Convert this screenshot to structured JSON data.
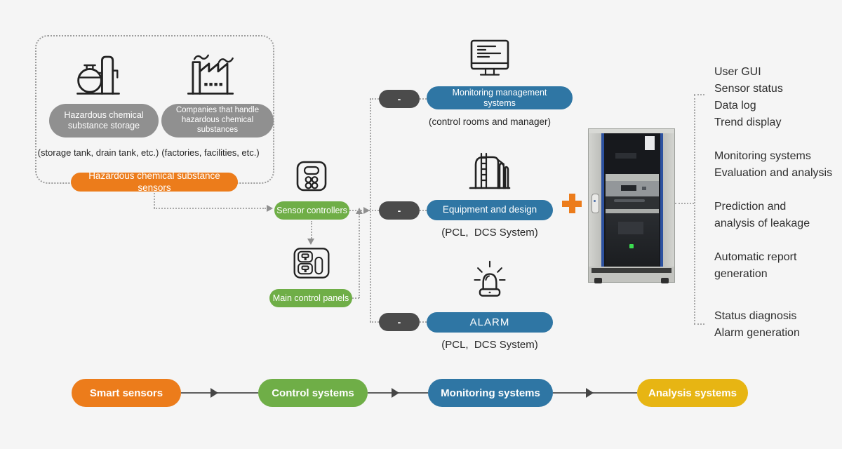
{
  "palette": {
    "orange": "#ec7c1b",
    "green": "#6fae47",
    "blue": "#2f76a4",
    "yellow": "#e7b513",
    "dark_gray": "#4b4b4b",
    "label_gray": "#909090",
    "background": "#f5f5f5",
    "dotted_line": "#a9a9a9"
  },
  "sources": {
    "storage": {
      "icon": "chemical-storage-icon",
      "label": "Hazardous chemical substance storage",
      "caption": "(storage tank, drain tank, etc.)"
    },
    "companies": {
      "icon": "factory-icon",
      "label": "Companies that handle hazardous chemical substances",
      "caption": "(factories, facilities, etc.)"
    },
    "sensors_pill": "Hazardous chemical substance sensors"
  },
  "controllers": {
    "sensor_controllers": "Sensor controllers",
    "main_control_panels": "Main control panels"
  },
  "monitoring_rows": [
    {
      "icon": "monitor-icon",
      "tag": "-",
      "label": "Monitoring management systems",
      "caption": "(control rooms and manager)"
    },
    {
      "icon": "storage-tank-icon",
      "tag": "-",
      "label": "Equipment and design",
      "caption": "(PCL,  DCS System)"
    },
    {
      "icon": "siren-icon",
      "tag": "-",
      "label": "ALARM",
      "caption": "(PCL,  DCS System)"
    }
  ],
  "plus_sign": "+",
  "rack_image": "server-rack-photo",
  "analysis_panel": {
    "groups": [
      {
        "lines": [
          "User GUI",
          "Sensor status",
          "Data log",
          "Trend display"
        ]
      },
      {
        "lines": [
          "Monitoring systems",
          "Evaluation and analysis"
        ]
      },
      {
        "lines": [
          "Prediction and",
          "analysis of leakage"
        ]
      },
      {
        "lines": [
          "Automatic report",
          "generation"
        ]
      },
      {
        "lines": [
          "Status diagnosis",
          "Alarm generation"
        ]
      }
    ]
  },
  "flow_steps": [
    {
      "label": "Smart sensors",
      "color": "#ec7c1b"
    },
    {
      "label": "Control systems",
      "color": "#6fae47"
    },
    {
      "label": "Monitoring systems",
      "color": "#2f76a4"
    },
    {
      "label": "Analysis systems",
      "color": "#e7b513"
    }
  ]
}
